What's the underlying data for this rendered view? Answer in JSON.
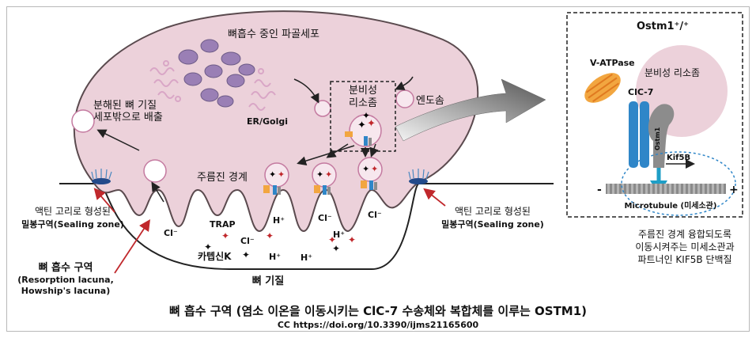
{
  "labels": {
    "osteoclast_title": "뼈흡수 중인 파골세포",
    "degraded_line1": "분해된 뼈 기질",
    "degraded_line2": "세포밖으로 배출",
    "er_golgi": "ER/Golgi",
    "secretory_lysosome_line1": "분비성",
    "secretory_lysosome_line2": "리소좀",
    "endosome": "엔도솜",
    "ruffled_border": "주름진 경계",
    "sealing_left_line1": "액틴 고리로 형성된",
    "sealing_left_line2": "밀봉구역(Sealing zone)",
    "sealing_right_line1": "액틴 고리로 형성된",
    "sealing_right_line2": "밀봉구역(Sealing zone)",
    "resorption_line1": "뼈 흡수 구역",
    "resorption_line2": "(Resorption lacuna,",
    "resorption_line3": "Howship's lacuna)",
    "bone_matrix": "뼈 기질",
    "trap": "TRAP",
    "cathepsin_k": "카텝신K",
    "chloride": "Cl⁻",
    "proton": "H⁺"
  },
  "inset": {
    "title": "Ostm1⁺/⁺",
    "v_atpase": "V-ATPase",
    "secretory_lysosome": "분비성 리소좀",
    "clc7": "ClC-7",
    "ostm1": "Ostm1",
    "kif5b": "Kif5B",
    "microtubule": "Microtubule (미세소관)",
    "minus": "-",
    "plus": "+"
  },
  "note": {
    "line1": "주름진 경계 융합되도록",
    "line2": "이동시켜주는 미세소관과",
    "line3": "파트너인 KIF5B 단백질"
  },
  "caption": {
    "title": "뼈 흡수 구역 (염소 이온을 이동시키는 ClC-7 수송체와 복합체를 이루는 OSTM1)",
    "source": "CC https://doi.org/10.3390/ijms21165600"
  },
  "colors": {
    "cell_fill": "#ecd1da",
    "cell_stroke": "#5a4a4e",
    "nucleus": "#9a7fb5",
    "vesicle_stroke": "#c47aa0",
    "arrow_red": "#c0282c",
    "clc7_blue": "#2f86c8",
    "ostm1_grey": "#8c8c8c",
    "vatpase_orange": "#f2a640"
  }
}
